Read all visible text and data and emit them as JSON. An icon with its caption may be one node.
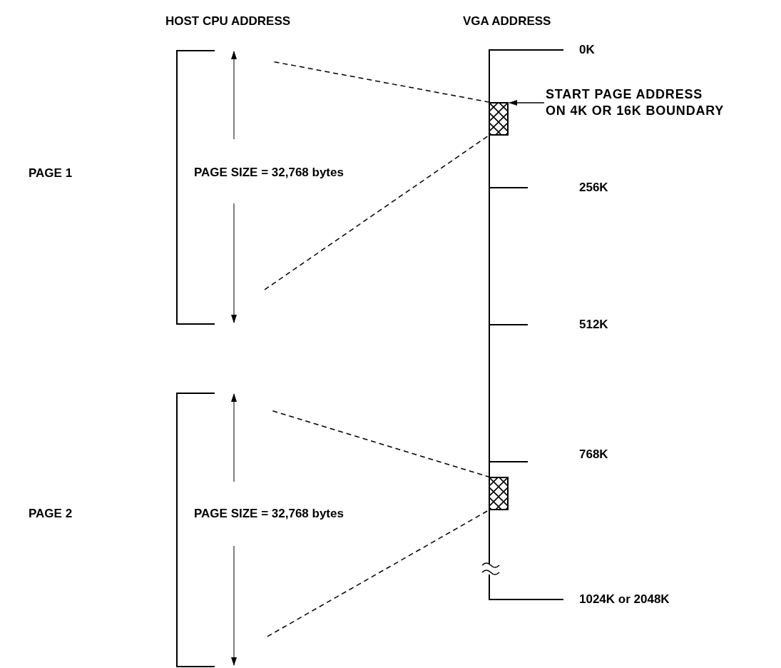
{
  "diagram": {
    "nodes": [
      {
        "text": [],
        "shape": "bracket"
      },
      {
        "text": [
          "START PAGE ADDRESS ON 4K OR 16K BOUNDARY"
        ]
      },
      {
        "text": [],
        "shape": "box"
      },
      {
        "text": [],
        "shape": "bracket"
      },
      {
        "text": [],
        "shape": "box"
      }
    ],
    "edges": [
      {
        "from": 1,
        "to": 2,
        "arrow": "to"
      },
      {
        "from": 0,
        "to": 2,
        "arrow": "none",
        "style": "dashed"
      },
      {
        "from": 0,
        "to": 2,
        "arrow": "none",
        "style": "dashed"
      },
      {
        "from": 3,
        "to": 4,
        "arrow": "none",
        "style": "dashed"
      },
      {
        "from": 3,
        "to": 4,
        "arrow": "none",
        "style": "dashed"
      }
    ],
    "labels": [
      "HOST CPU ADDRESS",
      "VGA ADDRESS",
      "0K",
      "PAGE 1",
      "PAGE SIZE = 32,768 bytes",
      "256K",
      "512K",
      "768K",
      "PAGE 2",
      "PAGE SIZE = 32,768 bytes",
      "1024K or 2048K"
    ]
  }
}
